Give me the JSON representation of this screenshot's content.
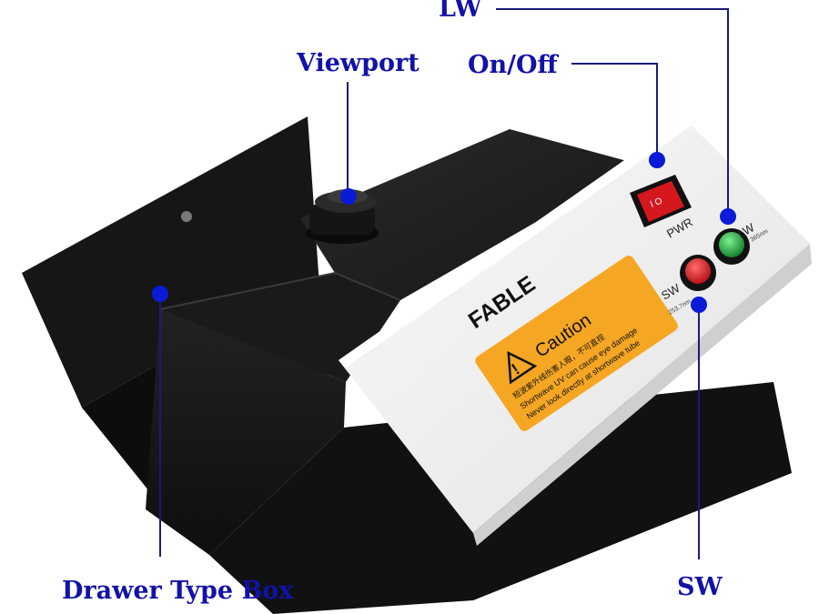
{
  "labels": {
    "lw": "LW",
    "viewport": "Viewport",
    "on_off": "On/Off",
    "drawer_type_box": "Drawer Type Box",
    "sw": "SW"
  },
  "device": {
    "brand": "FABLE",
    "power_switch_label": "PWR",
    "sw_button_label": "SW",
    "sw_wavelength": "253.7nm",
    "lw_button_label": "LW",
    "lw_wavelength": "365nm",
    "caution_title": "Caution",
    "caution_line_cn": "短波紫外线伤害人眼，不可直视",
    "caution_line_1": "Shortwave UV can cause eye damage",
    "caution_line_2": "Never look directly at shortwave tube"
  },
  "colors": {
    "callout_text": "#1212a8",
    "callout_line": "#1a1a7a",
    "marker_dot": "#0a1ad6",
    "device_body": "#1c1c1c",
    "front_panel": "#f1f1f1",
    "caution_label": "#f5a623",
    "power_switch": "#d4181e",
    "sw_button": "#d9141b",
    "lw_button": "#1aa33a"
  },
  "icons": [
    "warning-triangle-icon"
  ]
}
